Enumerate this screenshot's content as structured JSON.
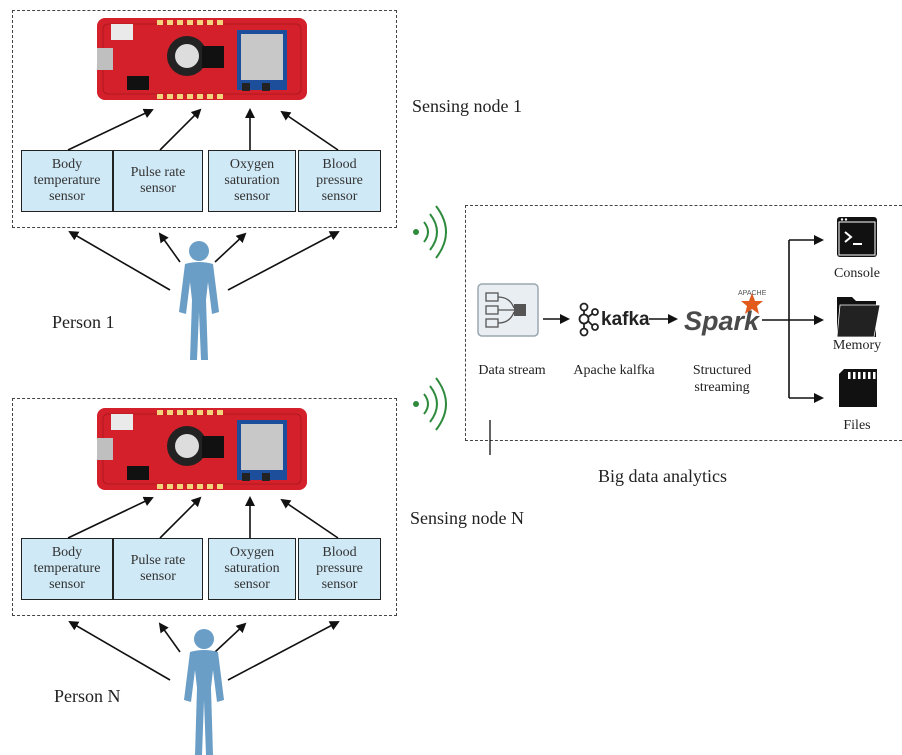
{
  "node1": {
    "title": "Sensing node 1",
    "person": "Person 1",
    "sensors": [
      "Body temperature sensor",
      "Pulse rate sensor",
      "Oxygen saturation sensor",
      "Blood pressure sensor"
    ]
  },
  "nodeN": {
    "title": "Sensing node N",
    "person": "Person N",
    "sensors": [
      "Body temperature sensor",
      "Pulse rate sensor",
      "Oxygen saturation sensor",
      "Blood pressure sensor"
    ]
  },
  "analytics": {
    "title": "Big data analytics",
    "stages": {
      "stream": "Data stream",
      "kafka": "Apache kalfka",
      "spark": "Structured streaming",
      "kafka_logo": "kafka",
      "spark_logo": "Spark",
      "spark_apache": "APACHE"
    },
    "outputs": [
      "Console",
      "Memory",
      "Files"
    ]
  },
  "colors": {
    "board_red": "#d3202a",
    "sensor_fill": "#cfe9f6",
    "person_blue": "#6a9ec6",
    "wifi_green": "#2e8b3e",
    "spark_orange": "#e25a1c"
  }
}
